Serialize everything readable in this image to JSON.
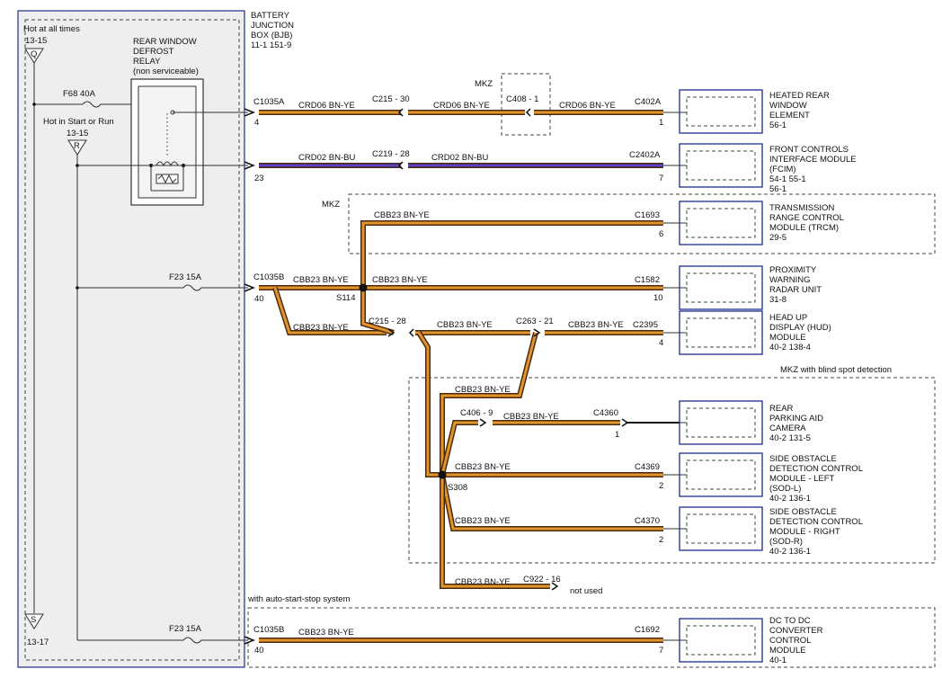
{
  "bjb": {
    "title_lines": [
      "BATTERY",
      "JUNCTION",
      "BOX (BJB)"
    ],
    "refs": "11-1    151-9",
    "hot_at_all_times": "Hot at all times",
    "hot_at_all_times_ref": "13-15",
    "terminal_q": "Q",
    "hot_in_start_run": "Hot in Start or Run",
    "hot_in_start_run_ref": "13-15",
    "terminal_r": "R",
    "terminal_s": "S",
    "terminal_s_ref": "13-17",
    "relay_lines": [
      "REAR WINDOW",
      "DEFROST",
      "RELAY",
      "(non serviceable)"
    ],
    "fuse_f68": "F68   40A",
    "fuse_f23_a": "F23   15A",
    "fuse_f23_b": "F23   15A"
  },
  "labels": {
    "mkz_1": "MKZ",
    "mkz_2": "MKZ",
    "mkz_blind_spot": "MKZ with blind spot detection",
    "auto_start_stop": "with auto-start-stop system",
    "not_used": "not used"
  },
  "circuits": {
    "crd06": "CRD06   BN-YE",
    "crd02_bnbu": "CRD02   BN-BU",
    "cbb23": "CBB23   BN-YE"
  },
  "connectors": {
    "c1035a": "C1035A",
    "c1035a_pin": "4",
    "c215_30": "C215 - 30",
    "c408_1": "C408 - 1",
    "c402a": "C402A",
    "c402a_pin": "1",
    "pin_23": "23",
    "c219_28": "C219 - 28",
    "c2402a": "C2402A",
    "c2402a_pin": "7",
    "c1693": "C1693",
    "c1693_pin": "6",
    "c1035b": "C1035B",
    "c1035b_pin": "40",
    "s114": "S114",
    "c1582": "C1582",
    "c1582_pin": "10",
    "c215_28": "C215 - 28",
    "c263_21": "C263 - 21",
    "c2395": "C2395",
    "c2395_pin": "4",
    "c406_9": "C406 - 9",
    "c4360": "C4360",
    "c4360_pin": "1",
    "s308": "S308",
    "c4369": "C4369",
    "c4369_pin": "2",
    "c4370": "C4370",
    "c4370_pin": "2",
    "c922_16": "C922 - 16",
    "c1035b_2": "C1035B",
    "c1035b_2_pin": "40",
    "c1692": "C1692",
    "c1692_pin": "7"
  },
  "components": [
    {
      "lines": [
        "HEATED REAR",
        "WINDOW",
        "ELEMENT",
        "56-1"
      ]
    },
    {
      "lines": [
        "FRONT CONTROLS",
        "INTERFACE MODULE",
        "(FCIM)",
        "54-1    55-1",
        "56-1"
      ]
    },
    {
      "lines": [
        "TRANSMISSION",
        "RANGE CONTROL",
        "MODULE (TRCM)",
        "29-5"
      ]
    },
    {
      "lines": [
        "PROXIMITY",
        "WARNING",
        "RADAR UNIT",
        "31-8"
      ]
    },
    {
      "lines": [
        "HEAD UP",
        "DISPLAY (HUD)",
        "MODULE",
        "40-2    138-4"
      ]
    },
    {
      "lines": [
        "REAR",
        "PARKING AID",
        "CAMERA",
        "40-2    131-5"
      ]
    },
    {
      "lines": [
        "SIDE OBSTACLE",
        "DETECTION CONTROL",
        "MODULE - LEFT",
        "(SOD-L)",
        "40-2    136-1"
      ]
    },
    {
      "lines": [
        "SIDE OBSTACLE",
        "DETECTION CONTROL",
        "MODULE - RIGHT",
        "(SOD-R)",
        "40-2    136-1"
      ]
    },
    {
      "lines": [
        "DC TO DC",
        "CONVERTER",
        "CONTROL",
        "MODULE",
        "40-1"
      ]
    }
  ]
}
